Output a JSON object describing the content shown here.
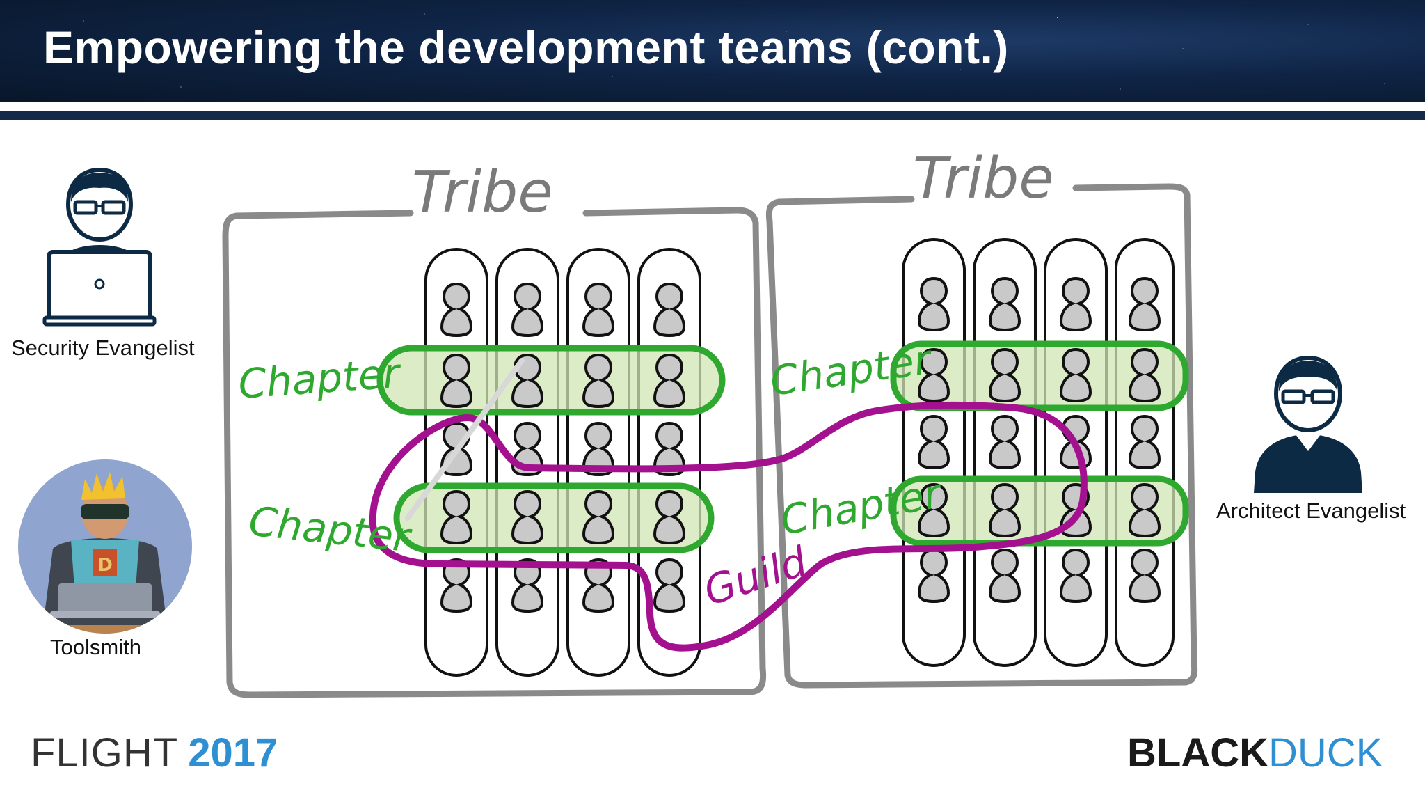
{
  "slide": {
    "title": "Empowering the development teams (cont.)"
  },
  "roles": {
    "security": "Security Evangelist",
    "toolsmith": "Toolsmith",
    "architect": "Architect Evangelist"
  },
  "diagram": {
    "tribe_left": "Tribe",
    "tribe_right": "Tribe",
    "chapter_1": "Chapter",
    "chapter_2": "Chapter",
    "chapter_3": "Chapter",
    "chapter_4": "Chapter",
    "guild": "Guild",
    "colors": {
      "tribe_border": "#8a8a8a",
      "chapter": "#2fa82f",
      "chapter_fill": "#cfe6b4",
      "guild": "#a3118f",
      "person_fill": "#c9c9c9"
    }
  },
  "footer": {
    "event_word": "FLIGHT",
    "event_year": "2017",
    "brand_black": "BLACK",
    "brand_blue": "DUCK"
  },
  "icons": [
    "person-laptop-icon",
    "toolsmith-avatar-icon",
    "person-bust-icon",
    "person-icon"
  ]
}
